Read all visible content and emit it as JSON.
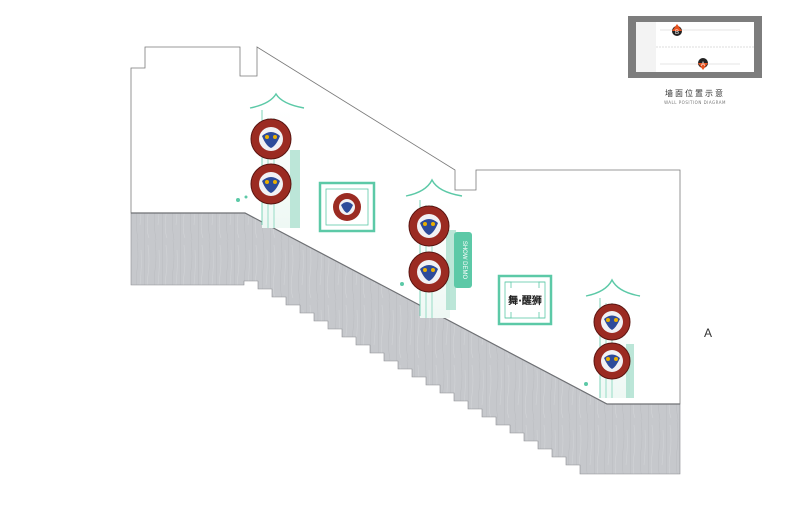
{
  "minimap": {
    "title": "墙面位置示意",
    "subtitle": "WALL POSITION DIAGRAM",
    "marker_a": "A",
    "marker_b": "B",
    "marker_color": "#e8521f"
  },
  "elevation": {
    "view_label": "A",
    "frame_calligraphy": "舞·醒狮",
    "banner_text": "SHOW DEMO",
    "accent_color": "#5cc9a7",
    "wood_color": "#c9cbce",
    "drum_color": "#9b2b22"
  }
}
